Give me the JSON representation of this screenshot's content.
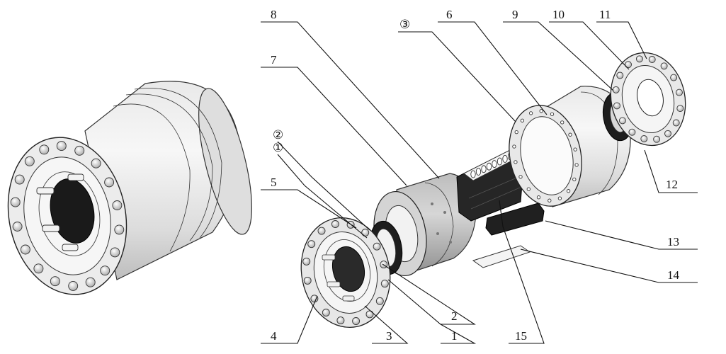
{
  "labels": {
    "l1": "1",
    "l2": "2",
    "l3": "3",
    "l4": "4",
    "l5": "5",
    "l6": "6",
    "l7": "7",
    "l8": "8",
    "l9": "9",
    "l10": "10",
    "l11": "11",
    "l12": "12",
    "l13": "13",
    "l14": "14",
    "l15": "15",
    "c1": "①",
    "c2": "②",
    "c3": "③"
  }
}
